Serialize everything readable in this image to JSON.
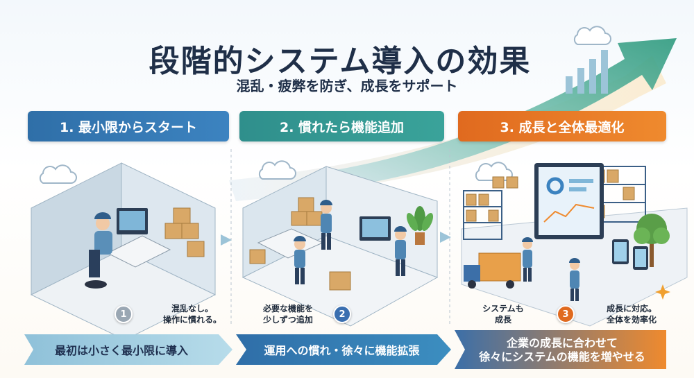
{
  "title": "段階的システム導入の効果",
  "subtitle": "混乱・疲弊を防ぎ、成長をサポート",
  "stages": [
    {
      "label": "1. 最小限からスタート",
      "number": "1",
      "note_lines": [
        "混乱なし。",
        "操作に慣れる。"
      ],
      "step": "最初は小さく最小限に導入",
      "color": "#3c83c0"
    },
    {
      "label": "2. 慣れたら機能追加",
      "number": "2",
      "note_lines": [
        "必要な機能を",
        "少しずつ追加"
      ],
      "step": "運用への慣れ・徐々に機能拡張",
      "color": "#3aa39a"
    },
    {
      "label": "3. 成長と全体最適化",
      "number": "3",
      "note_left_lines": [
        "システムも",
        "成長"
      ],
      "note_right_lines": [
        "成長に対応。",
        "全体を効率化"
      ],
      "step_lines": [
        "企業の成長に合わせて",
        "徐々にシステムの機能を増やせる"
      ],
      "color": "#ef8a2e"
    }
  ]
}
